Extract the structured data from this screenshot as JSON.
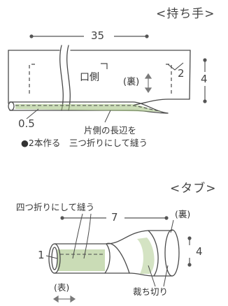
{
  "handle": {
    "title": "<持ち手>",
    "width_value": "35",
    "height_value": "4",
    "label_mouth": "口側",
    "label_back": "(裏)",
    "seam_value": "2",
    "margin_value": "0.5",
    "note_line1": "片側の長辺を",
    "note_line2": "●2本作る　三つ折りにして縫う"
  },
  "tab": {
    "title": "<タブ>",
    "note_fold": "四つ折りにして縫う",
    "length_value": "7",
    "label_back": "(裏)",
    "height_value": "4",
    "left_value": "1",
    "label_front": "(表)",
    "label_cut": "裁ち切り"
  },
  "colors": {
    "line": "#4a4a4a",
    "fabric_green": "#9fc07a",
    "arrow_gray": "#7a7a7a"
  }
}
